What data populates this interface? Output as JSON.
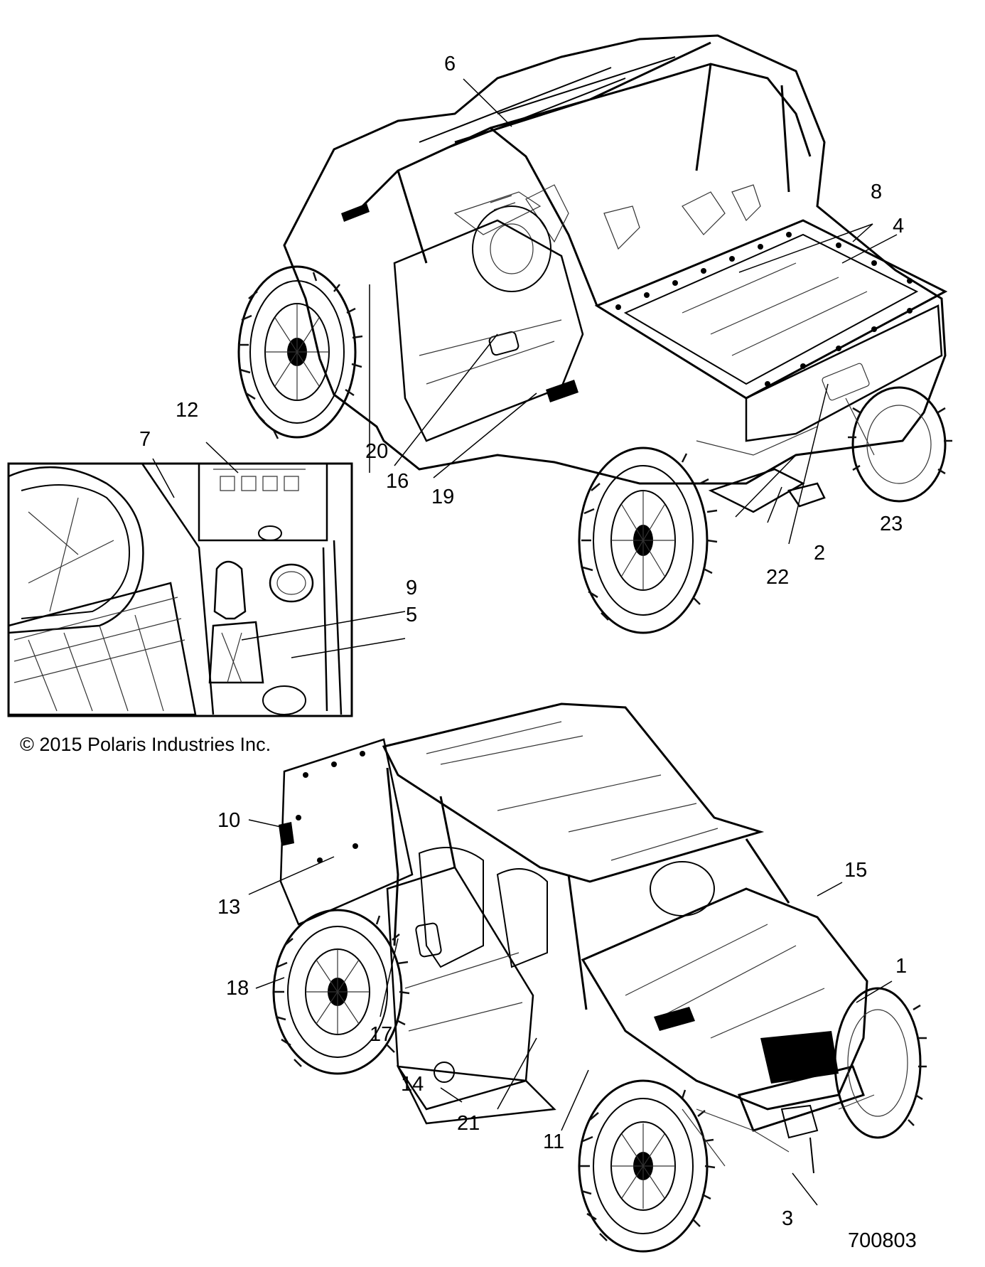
{
  "callouts": [
    "1",
    "2",
    "3",
    "4",
    "5",
    "6",
    "7",
    "8",
    "9",
    "10",
    "11",
    "12",
    "13",
    "14",
    "15",
    "16",
    "17",
    "18",
    "19",
    "20",
    "21",
    "22",
    "23"
  ],
  "copyright": "© 2015 Polaris Industries Inc.",
  "figure_id": "700803"
}
